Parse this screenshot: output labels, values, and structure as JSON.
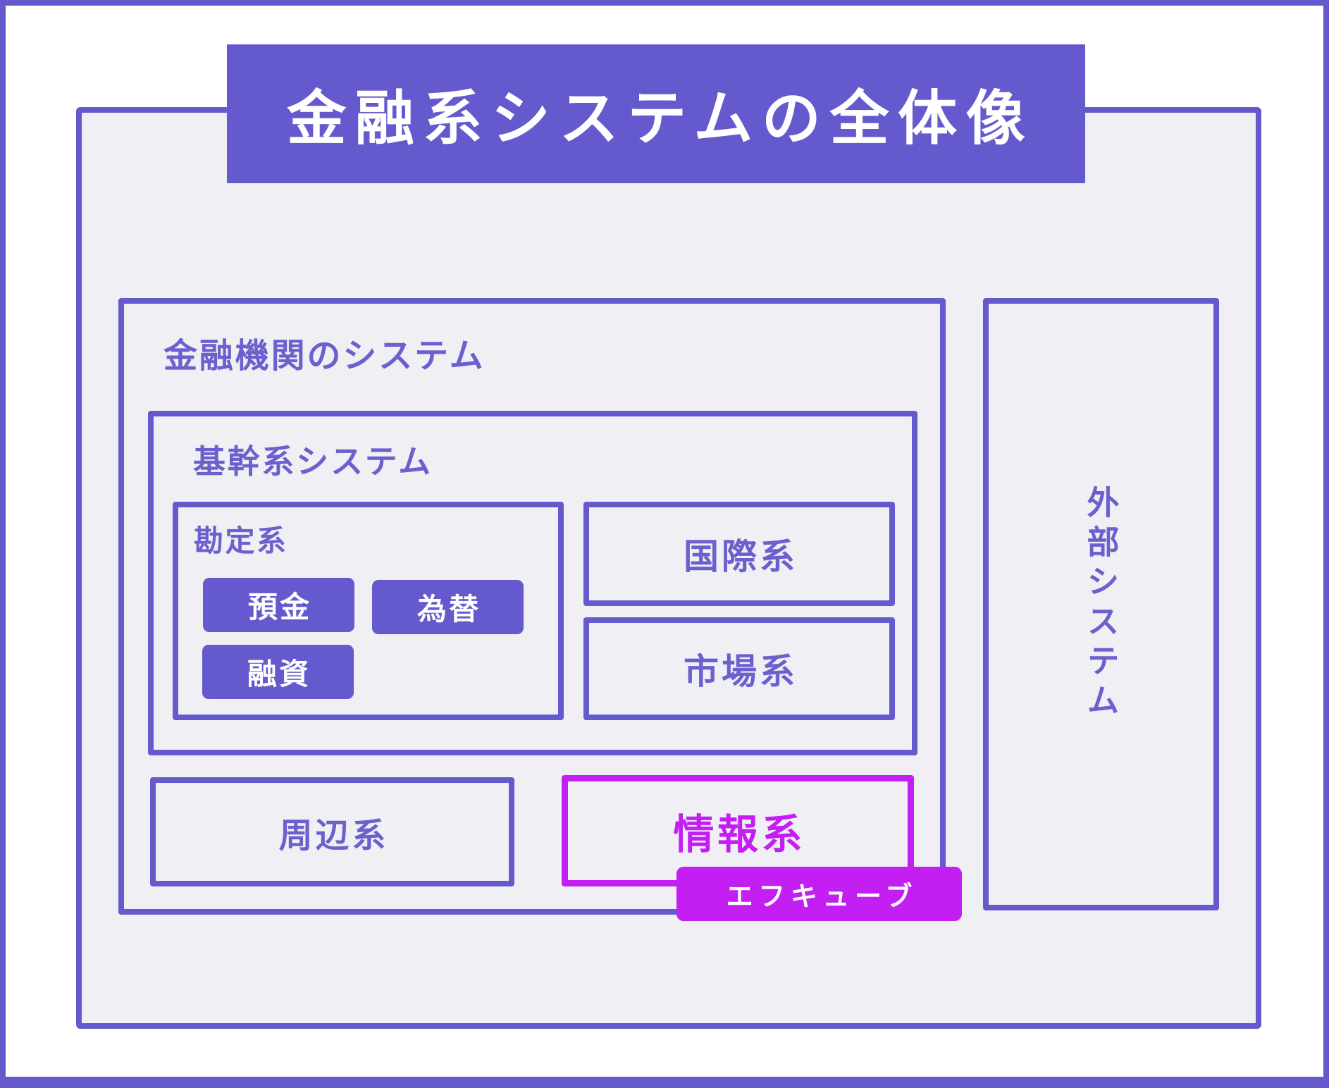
{
  "colors": {
    "purple": "#6459CD",
    "purple_text": "#6A60CE",
    "magenta": "#C41FF2",
    "panel_gray": "#F0EFF3",
    "white": "#FFFFFF"
  },
  "title": "金融系システムの全体像",
  "diagram": {
    "financial_institution": {
      "label": "金融機関のシステム",
      "core_system": {
        "label": "基幹系システム",
        "account": {
          "label": "勘定系",
          "items": [
            {
              "label": "預金"
            },
            {
              "label": "為替"
            },
            {
              "label": "融資"
            }
          ]
        },
        "international": {
          "label": "国際系"
        },
        "market": {
          "label": "市場系"
        }
      },
      "peripheral": {
        "label": "周辺系"
      },
      "information": {
        "label": "情報系",
        "highlight_label": "エフキューブ"
      }
    },
    "external": {
      "label": "外部システム"
    }
  }
}
